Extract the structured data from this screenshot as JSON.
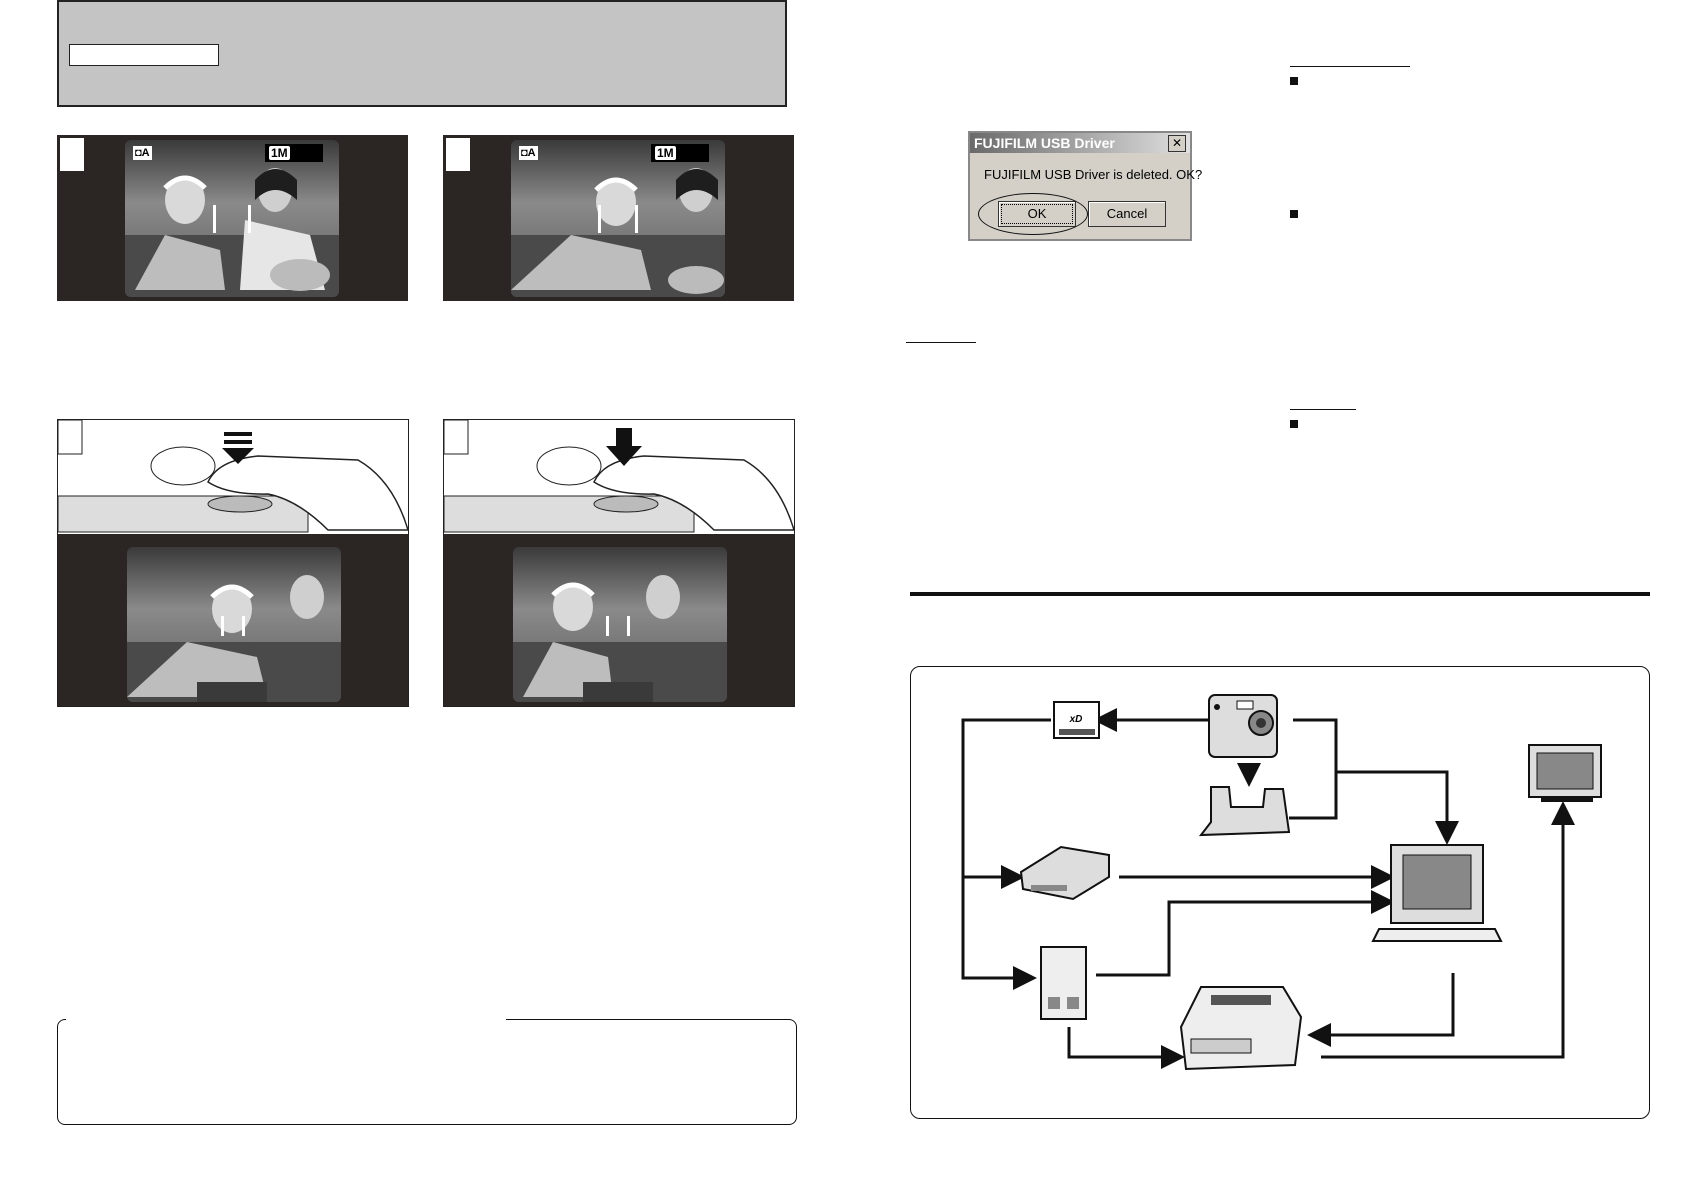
{
  "dialog": {
    "title": "FUJIFILM USB Driver",
    "close_glyph": "✕",
    "message": "FUJIFILM USB Driver is deleted. OK?",
    "ok_label": "OK",
    "cancel_label": "Cancel"
  },
  "photos": {
    "mode_label": "A",
    "size_label": "1M"
  },
  "diagram": {
    "icons": [
      "xd-card-icon",
      "camera-icon",
      "cradle-icon",
      "card-reader-icon",
      "pc-card-adapter-icon",
      "pc-monitor-icon",
      "printer-icon",
      "tv-icon"
    ]
  },
  "colors": {
    "banner_grey": "#c4c4c4",
    "photo_bg": "#2b2524",
    "dialog_face": "#d4d0c8"
  }
}
